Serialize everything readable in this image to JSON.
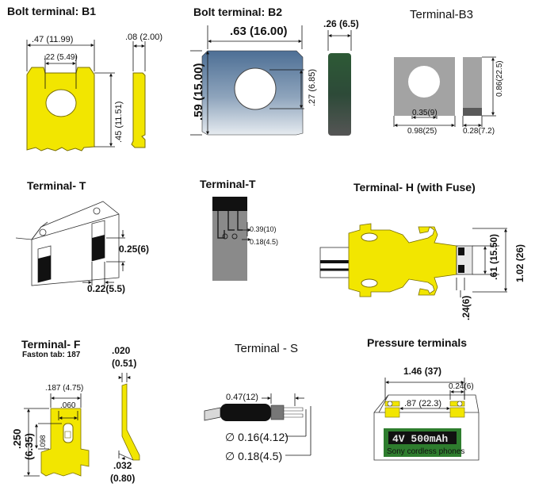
{
  "titles": {
    "b1": "Bolt terminal: B1",
    "b2": "Bolt terminal: B2",
    "b3": "Terminal-B3",
    "t1": "Terminal- T",
    "t2": "Terminal-T",
    "h": "Terminal- H (with Fuse)",
    "f": "Terminal- F",
    "f_sub": "Faston tab: 187",
    "s": "Terminal - S",
    "p": "Pressure terminals"
  },
  "dims": {
    "b1_width": ".47 (11.99)",
    "b1_thick": ".08 (2.00)",
    "b1_hole": ".22 (5.49)",
    "b1_height": ".45 (11.51)",
    "b2_width": ".63 (16.00)",
    "b2_thick": ".26 (6.5)",
    "b2_height": ".59 (15.00)",
    "b2_hole": ".27 (6.85)",
    "b3_height": "0.86(22.5)",
    "b3_hole": "0.35(9)",
    "b3_width": "0.98(25)",
    "b3_thick": "0.28(7.2)",
    "t1_a": "0.25(6)",
    "t1_b": "0.22(5.5)",
    "t2_a": "0.39(10)",
    "t2_b": "0.18(4.5)",
    "h_a": ".61 (15.50)",
    "h_b": "1.02 (26)",
    "h_c": ".24(6)",
    "f_thick_a": ".020",
    "f_thick_b": "(0.51)",
    "f_width": ".187 (4.75)",
    "f_hole": ".060",
    "f_slot": ".098",
    "f_h_a": ".250",
    "f_h_b": "(6.35)",
    "f_base_a": ".032",
    "f_base_b": "(0.80)",
    "s_len": "0.47(12)",
    "s_d1": "∅ 0.16(4.12)",
    "s_d2": "∅ 0.18(4.5)",
    "p_width": "1.46 (37)",
    "p_a": "0.24(6)",
    "p_b": ".87 (22.3)"
  },
  "battery": {
    "label": "4V 500mAh",
    "sub": "Sony cordless phones"
  },
  "colors": {
    "yellow": "#f2e600",
    "b2_blue": "#4d6f95",
    "b2_green": "#2d5a36",
    "b3_gray": "#a3a3a3",
    "dark_gray": "#595959",
    "label_green": "#2e7d2e"
  }
}
